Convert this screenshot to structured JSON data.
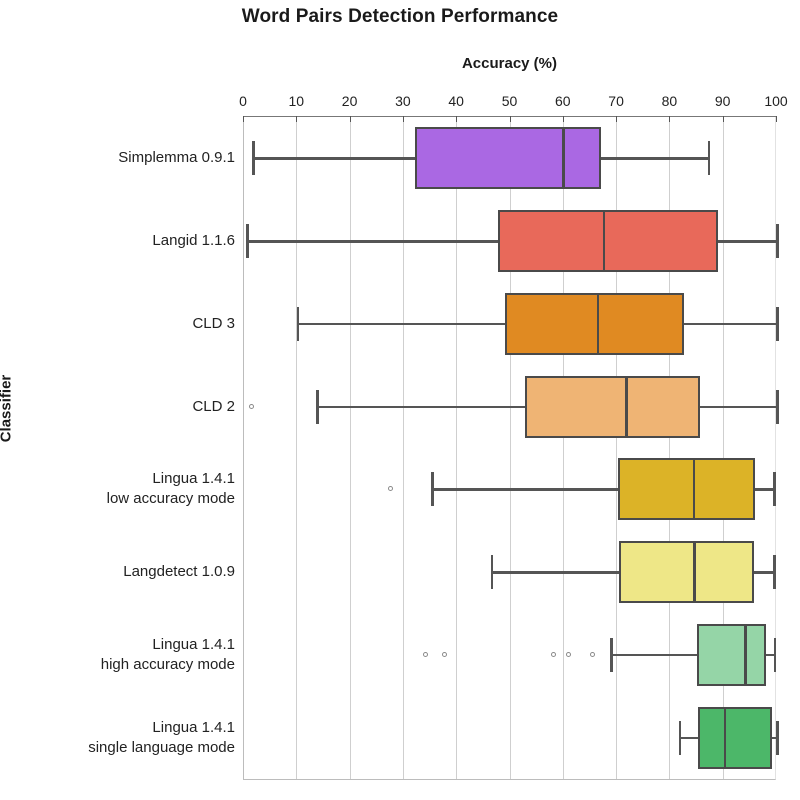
{
  "chart_data": {
    "type": "box",
    "title": "Word Pairs Detection Performance",
    "xlabel": "Accuracy (%)",
    "ylabel": "Classifier",
    "xlim": [
      0,
      100
    ],
    "xticks": [
      0,
      10,
      20,
      30,
      40,
      50,
      60,
      70,
      80,
      90,
      100
    ],
    "xticklabels": [
      "0",
      "10",
      "20",
      "30",
      "40",
      "50",
      "60",
      "70",
      "80",
      "90",
      "100"
    ],
    "grid": "vertical",
    "legend": "none",
    "categories": [
      "Simplemma 0.9.1",
      "Langid 1.1.6",
      "CLD 3",
      "CLD 2",
      "Lingua 1.4.1\nlow accuracy mode",
      "Langdetect 1.0.9",
      "Lingua 1.4.1\nhigh accuracy mode",
      "Lingua 1.4.1\nsingle language mode"
    ],
    "boxes": [
      {
        "name": "Simplemma 0.9.1",
        "color": "#aa68e3",
        "whisker_low": 1.7,
        "q1": 32.3,
        "median": 59.9,
        "q3": 67.2,
        "whisker_high": 87.2,
        "outliers": []
      },
      {
        "name": "Langid 1.1.6",
        "color": "#e8695a",
        "whisker_low": 0.6,
        "q1": 47.9,
        "median": 67.5,
        "q3": 89.1,
        "whisker_high": 100.0,
        "outliers": []
      },
      {
        "name": "CLD 3",
        "color": "#e08a22",
        "whisker_low": 10.1,
        "q1": 49.2,
        "median": 66.4,
        "q3": 82.7,
        "whisker_high": 100.0,
        "outliers": []
      },
      {
        "name": "CLD 2",
        "color": "#efb474",
        "whisker_low": 13.7,
        "q1": 53.0,
        "median": 71.7,
        "q3": 85.7,
        "whisker_high": 100.0,
        "outliers": [
          1.7
        ]
      },
      {
        "name": "Lingua 1.4.1 low accuracy mode",
        "color": "#dcb327",
        "whisker_low": 35.3,
        "q1": 70.4,
        "median": 84.4,
        "q3": 96.0,
        "whisker_high": 99.5,
        "outliers": [
          27.8
        ]
      },
      {
        "name": "Langdetect 1.0.9",
        "color": "#eee787",
        "whisker_low": 46.5,
        "q1": 70.6,
        "median": 84.5,
        "q3": 95.9,
        "whisker_high": 99.5,
        "outliers": []
      },
      {
        "name": "Lingua 1.4.1 high accuracy mode",
        "color": "#95d5a7",
        "whisker_low": 68.9,
        "q1": 85.2,
        "median": 94.0,
        "q3": 98.1,
        "whisker_high": 99.6,
        "outliers": [
          34.3,
          37.9,
          58.3,
          61.2,
          65.7
        ]
      },
      {
        "name": "Lingua 1.4.1 single language mode",
        "color": "#4cb769",
        "whisker_low": 81.8,
        "q1": 85.4,
        "median": 90.2,
        "q3": 99.3,
        "whisker_high": 100.0,
        "outliers": []
      }
    ]
  }
}
